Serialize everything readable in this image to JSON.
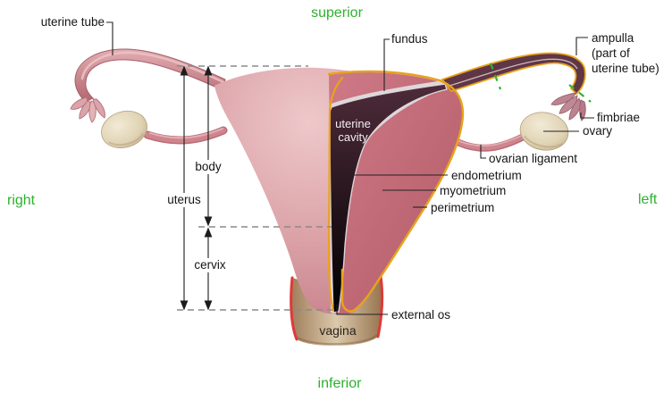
{
  "orientation": {
    "top": "superior",
    "bottom": "inferior",
    "left_side": "right",
    "right_side": "left"
  },
  "labels": {
    "uterine_tube": "uterine tube",
    "fundus": "fundus",
    "ampulla": [
      "ampulla",
      "(part of",
      "uterine tube)"
    ],
    "fimbriae": "fimbriae",
    "ovary": "ovary",
    "ovarian_ligament": "ovarian ligament",
    "endometrium": "endometrium",
    "myometrium": "myometrium",
    "perimetrium": "perimetrium",
    "uterine_cavity": [
      "uterine",
      "cavity"
    ],
    "body": "body",
    "uterus": "uterus",
    "cervix": "cervix",
    "external_os": "external os",
    "vagina": "vagina"
  },
  "colors": {
    "orientation_text": "#2cb22c",
    "perimetrium_line": "#e8a31c",
    "cut_mark_green": "#2eb42e",
    "vagina_cut_edge_red": "#e03939",
    "uterine_cavity_fill": "#5a3343",
    "cut_myometrium_fill": "#c4707b",
    "uterus_body_fill": "#d89ba1",
    "ovary_fill": "#e0d3b4",
    "vagina_fill": "#cdb692",
    "uterine_tube_fill": "#c87e87"
  }
}
